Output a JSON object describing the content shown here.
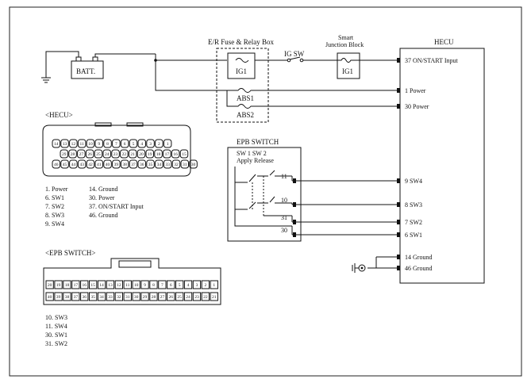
{
  "components": {
    "batt_label": "BATT.",
    "er_box_title": "E/R Fuse & Relay Box",
    "fuse_ig1": "IG1",
    "fuse_abs1": "ABS1",
    "fuse_abs2": "ABS2",
    "ig_sw": "IG SW",
    "smart_junction_line1": "Smart",
    "smart_junction_line2": "Junction Block",
    "sjb_fuse": "IG1",
    "hecu_title": "HECU",
    "epb_switch_title": "EPB SWITCH",
    "sw_header": "SW 1   SW 2",
    "sw_header2": "Apply Release"
  },
  "hecu_pins": [
    {
      "label": "37 ON/START Input"
    },
    {
      "label": "1 Power"
    },
    {
      "label": "30 Power"
    },
    {
      "label": "9 SW4"
    },
    {
      "label": "8 SW3"
    },
    {
      "label": "7 SW2"
    },
    {
      "label": "6 SW1"
    },
    {
      "label": "14 Ground"
    },
    {
      "label": "46 Ground"
    }
  ],
  "epb_pins": [
    "11",
    "10",
    "31",
    "30"
  ],
  "hecu_connector": {
    "title": "<HECU>",
    "row1": [
      "14",
      "13",
      "12",
      "11",
      "10",
      "9",
      "8",
      "7",
      "6",
      "5",
      "4",
      "3",
      "2",
      "1"
    ],
    "row2": [
      "29",
      "28",
      "27",
      "26",
      "25",
      "24",
      "23",
      "22",
      "21",
      "20",
      "19",
      "18",
      "17",
      "16",
      "15"
    ],
    "row3": [
      "46",
      "45",
      "44",
      "43",
      "42",
      "41",
      "40",
      "39",
      "38",
      "37",
      "36",
      "35",
      "34",
      "33",
      "32",
      "31",
      "30"
    ],
    "legend_left": [
      "1. Power",
      "6. SW1",
      "7. SW2",
      "8. SW3",
      "9. SW4"
    ],
    "legend_right": [
      "14. Ground",
      "30. Power",
      "37. ON/START Input",
      "46. Ground"
    ]
  },
  "epb_connector": {
    "title": "<EPB SWITCH>",
    "row1": [
      "20",
      "19",
      "18",
      "17",
      "16",
      "15",
      "14",
      "13",
      "12",
      "11",
      "10",
      "9",
      "8",
      "7",
      "6",
      "5",
      "4",
      "3",
      "2",
      "1"
    ],
    "row2": [
      "40",
      "39",
      "38",
      "37",
      "36",
      "35",
      "34",
      "33",
      "32",
      "31",
      "30",
      "29",
      "28",
      "27",
      "26",
      "25",
      "24",
      "23",
      "22",
      "21"
    ],
    "legend": [
      "10. SW3",
      "11. SW4",
      "30. SW1",
      "31. SW2"
    ]
  }
}
